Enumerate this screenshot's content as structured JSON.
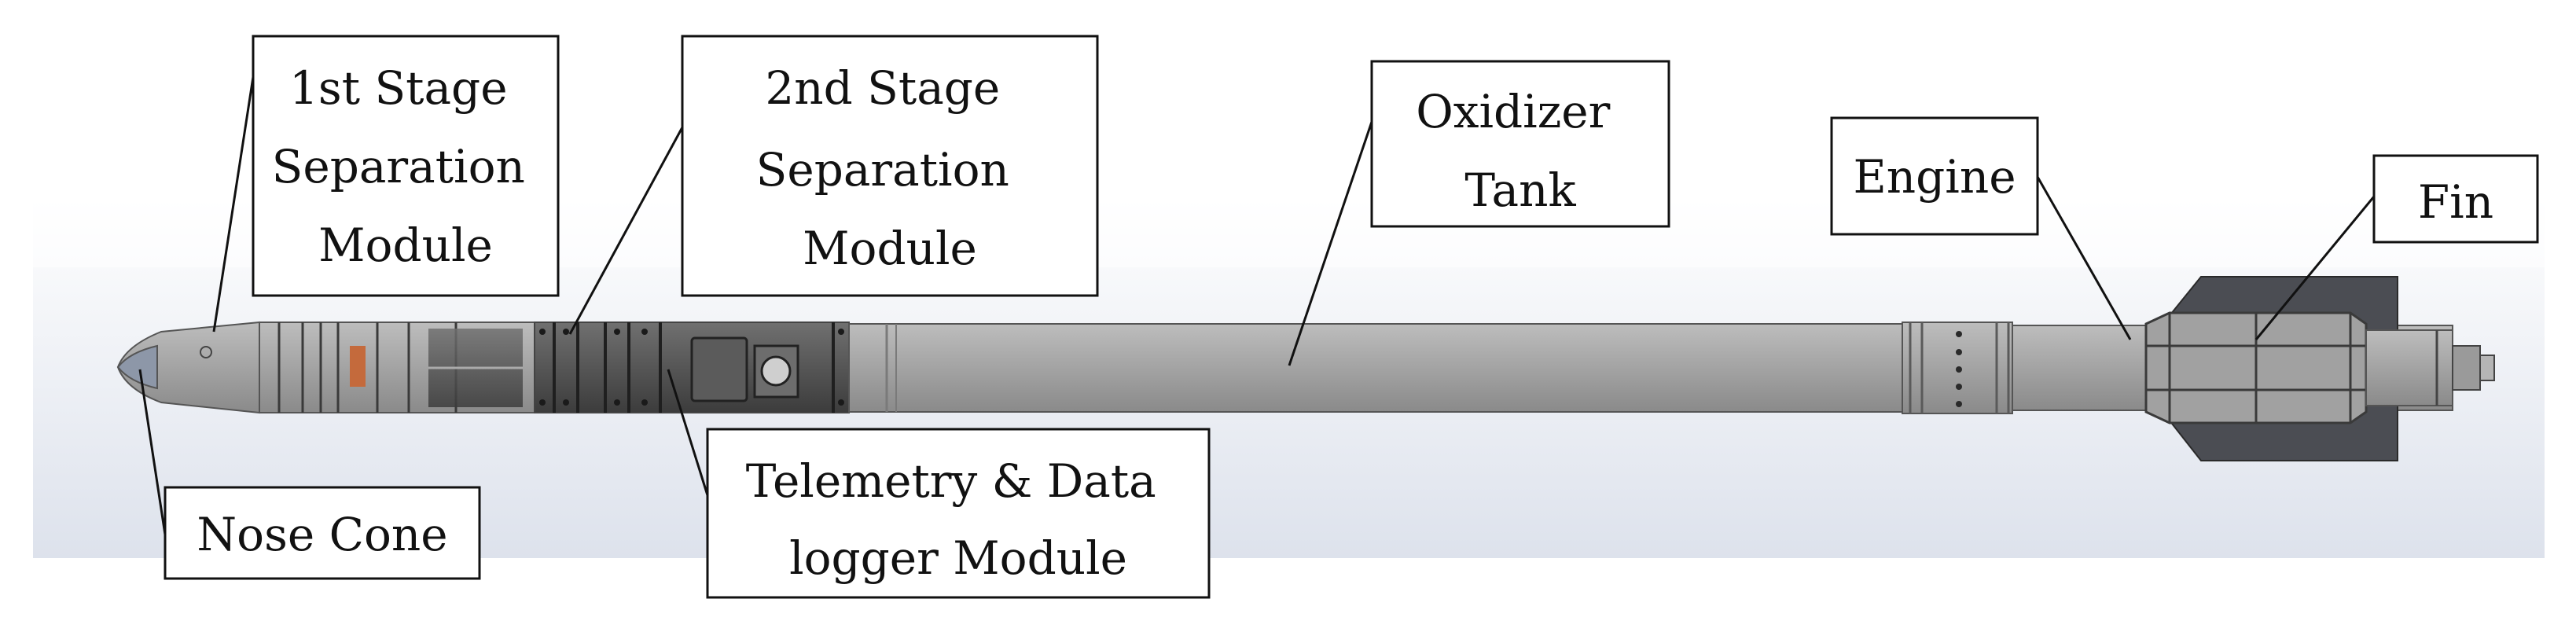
{
  "labels": {
    "first_stage": [
      "1st Stage",
      "Separation",
      "Module"
    ],
    "second_stage": [
      "2nd Stage",
      "Separation",
      "Module"
    ],
    "oxidizer": [
      "Oxidizer",
      "Tank"
    ],
    "engine": [
      "Engine"
    ],
    "fin": [
      "Fin"
    ],
    "nose_cone": [
      "Nose Cone"
    ],
    "telemetry": [
      "Telemetry & Data",
      "logger Module"
    ]
  },
  "colors": {
    "background_top": "#ffffff",
    "background_panel": "#dde2ec",
    "rocket_body": "#a9a9a9",
    "rocket_dark": "#4a4a4a",
    "fin": "#4b4d53",
    "accent_orange": "#c46a3c",
    "label_border": "#111111"
  }
}
